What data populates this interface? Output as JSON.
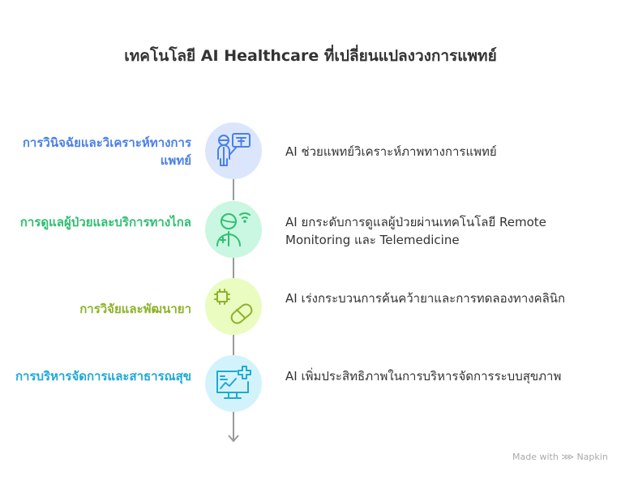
{
  "title": "เทคโนโลยี AI Healthcare ที่เปลี่ยนแปลงวงการแพทย์",
  "steps": [
    {
      "label": "การวินิจฉัยและวิเคราะห์ทางการแพทย์",
      "description": "AI ช่วยแพทย์วิเคราะห์ภาพทางการแพทย์",
      "icon": "doctor-xray-icon",
      "color": "#4a80e8",
      "bg": "#dbe6fd"
    },
    {
      "label": "การดูแลผู้ป่วยและบริการทางไกล",
      "description": "AI ยกระดับการดูแลผู้ป่วยผ่านเทคโนโลยี Remote Monitoring และ Telemedicine",
      "icon": "remote-patient-icon",
      "color": "#2fbf71",
      "bg": "#c9f7e1"
    },
    {
      "label": "การวิจัยและพัฒนายา",
      "description": "AI เร่งกระบวนการค้นคว้ายาและการทดลองทางคลินิก",
      "icon": "chip-pill-icon",
      "color": "#8db32a",
      "bg": "#eafcc0"
    },
    {
      "label": "การบริหารจัดการและสาธารณสุข",
      "description": "AI เพิ่มประสิทธิภาพในการบริหารจัดการระบบสุขภาพ",
      "icon": "health-monitor-icon",
      "color": "#1fa9d6",
      "bg": "#d3f3fc"
    }
  ],
  "footer": "Made with ⋙ Napkin"
}
